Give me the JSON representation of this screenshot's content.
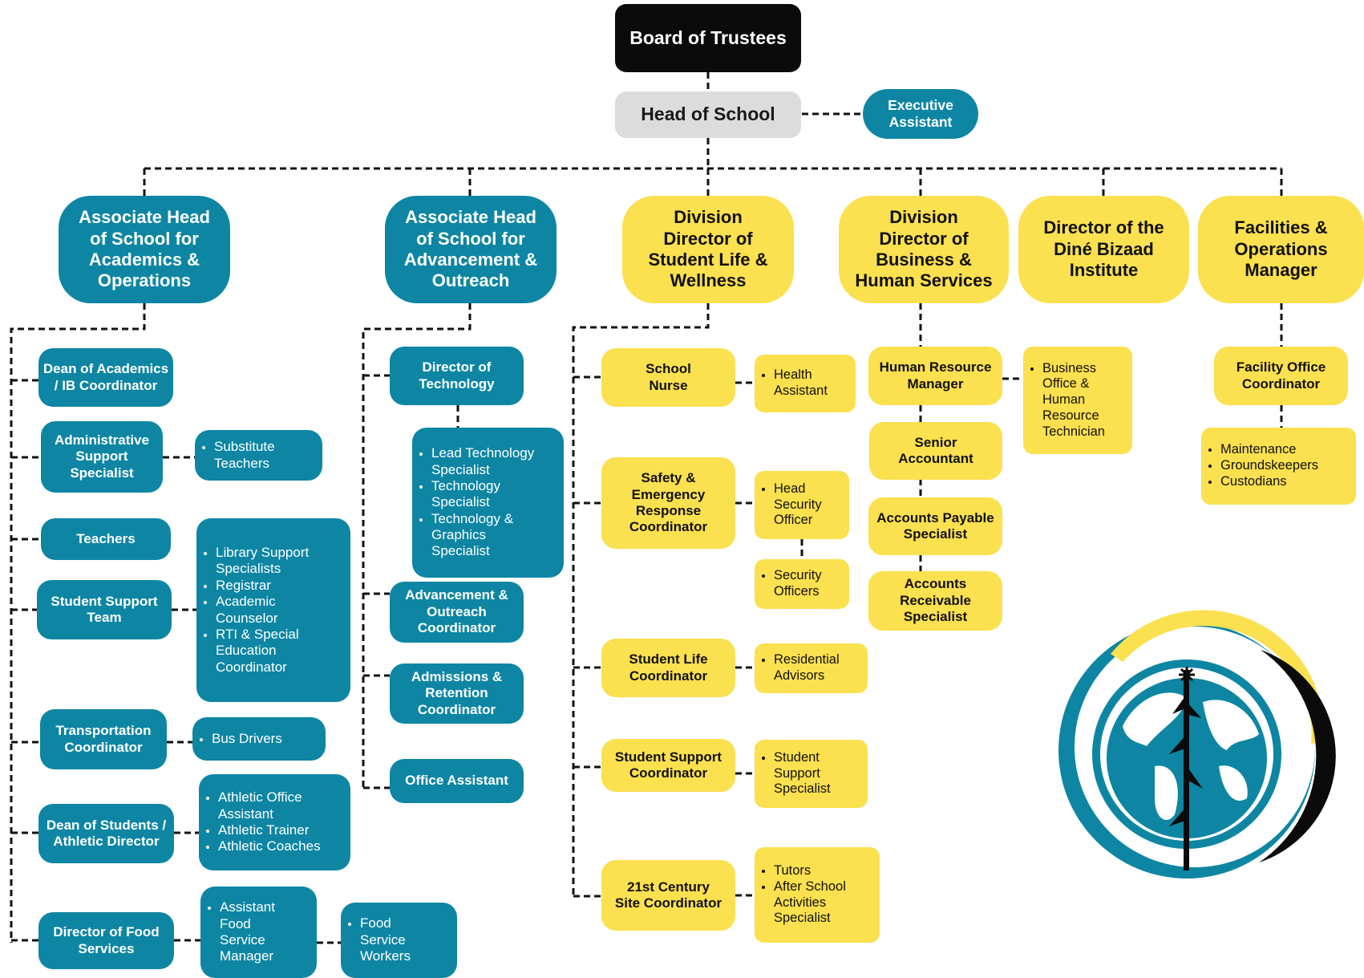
{
  "board": "Board of Trustees",
  "head": "Head of School",
  "exec": "Executive\nAssistant",
  "top": {
    "aho": "Associate Head\nof School for\nAcademics &\nOperations",
    "aha": "Associate Head\nof School for\nAdvancement &\nOutreach",
    "dsl": "Division\nDirector of\nStudent Life &\nWellness",
    "dbh": "Division\nDirector of\nBusiness &\nHuman Services",
    "dbi": "Director of the\nDiné Bizaad\nInstitute",
    "fom": "Facilities &\nOperations\nManager"
  },
  "academics": {
    "dean_ib": "Dean of Academics\n/ IB Coordinator",
    "admin_support": "Administrative\nSupport\nSpecialist",
    "substitute": [
      "Substitute\nTeachers"
    ],
    "teachers": "Teachers",
    "student_support_team": "Student Support\nTeam",
    "support_list": [
      "Library Support\nSpecialists",
      "Registrar",
      "Academic\nCounselor",
      "RTI & Special\nEducation\nCoordinator"
    ],
    "transportation": "Transportation\nCoordinator",
    "bus": [
      "Bus Drivers"
    ],
    "dean_students": "Dean of Students /\nAthletic Director",
    "athletic_list": [
      "Athletic Office\nAssistant",
      "Athletic Trainer",
      "Athletic Coaches"
    ],
    "food_director": "Director of Food\nServices",
    "assistant_food": [
      "Assistant\nFood\nService\nManager"
    ],
    "food_workers": [
      "Food\nService\nWorkers"
    ]
  },
  "advancement": {
    "tech_director": "Director of\nTechnology",
    "tech_list": [
      "Lead Technology\nSpecialist",
      "Technology\nSpecialist",
      "Technology &\nGraphics\nSpecialist"
    ],
    "outreach": "Advancement &\nOutreach\nCoordinator",
    "admissions": "Admissions &\nRetention\nCoordinator",
    "office_assistant": "Office Assistant"
  },
  "student_life": {
    "nurse": "School\nNurse",
    "health": [
      "Health\nAssistant"
    ],
    "safety": "Safety &\nEmergency\nResponse\nCoordinator",
    "head_security": [
      "Head\nSecurity\nOfficer"
    ],
    "security_officers": [
      "Security\nOfficers"
    ],
    "sl_coord": "Student Life\nCoordinator",
    "residential": [
      "Residential\nAdvisors"
    ],
    "ss_coord": "Student Support\nCoordinator",
    "ss_spec": [
      "Student\nSupport\nSpecialist"
    ],
    "c21": "21st Century\nSite Coordinator",
    "tutors": [
      "Tutors",
      "After School\nActivities\nSpecialist"
    ]
  },
  "business": {
    "hr_manager": "Human Resource\nManager",
    "hr_tech": [
      "Business\nOffice &\nHuman\nResource\nTechnician"
    ],
    "senior_acct": "Senior\nAccountant",
    "ap": "Accounts Payable\nSpecialist",
    "ar": "Accounts\nReceivable\nSpecialist"
  },
  "facilities": {
    "facility_office": "Facility Office\nCoordinator",
    "maint_list": [
      "Maintenance",
      "Groundskeepers",
      "Custodians"
    ]
  },
  "colors": {
    "teal": "#0e86a3",
    "yellow": "#fbe04f",
    "grey": "#dcdcdc",
    "black": "#0b0b0b"
  }
}
